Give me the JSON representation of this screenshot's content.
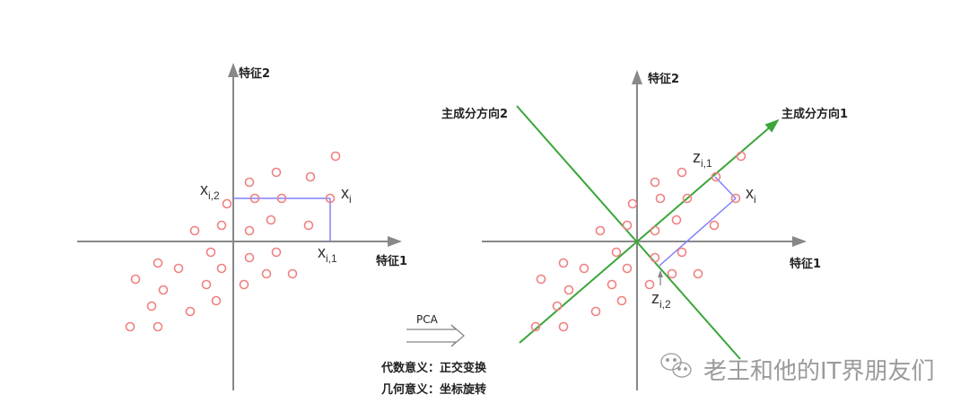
{
  "left_plot": {
    "x_axis_label": "特征1",
    "y_axis_label": "特征2",
    "point_label": "x",
    "point_sub": "i",
    "proj1_label": "x",
    "proj1_sub": "i,1",
    "proj2_label": "x",
    "proj2_sub": "i,2"
  },
  "right_plot": {
    "x_axis_label": "特征1",
    "y_axis_label": "特征2",
    "pc1_label": "主成分方向1",
    "pc2_label": "主成分方向2",
    "point_label": "x",
    "point_sub": "i",
    "z1_label": "z",
    "z1_sub": "i,1",
    "z2_label": "z",
    "z2_sub": "i,2"
  },
  "transform": {
    "arrow_label": "PCA",
    "algebraic": "代数意义：正交变换",
    "geometric": "几何意义：坐标旋转"
  },
  "watermark": "老王和他的IT界朋友们",
  "colors": {
    "points": "#f08080",
    "axes": "#888888",
    "projection": "#8080ff",
    "principal_axes": "#3aa63a"
  }
}
